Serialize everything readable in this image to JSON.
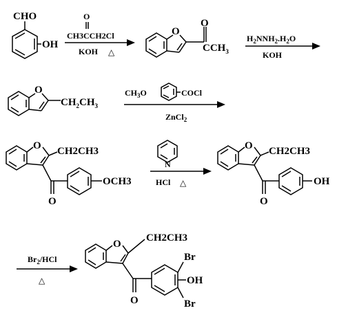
{
  "scheme": {
    "step1": {
      "start_material": {
        "cho": "CHO",
        "oh": "OH"
      },
      "reagent_carbonyl": "O",
      "reagent_formula": "CH3CCH2Cl",
      "reagent_base": "KOH",
      "heat_symbol": "△",
      "product": {
        "ring_o": "O",
        "carbonyl_o": "O",
        "acyl": "CCH",
        "acyl_sub": "3"
      }
    },
    "step2": {
      "reagent_main": "H2NNH2.H2O",
      "reagent_base": "KOH",
      "product": {
        "ring_o": "O",
        "sub_ch2": "CH",
        "sub_2": "2",
        "sub_ch3": "CH",
        "sub_3": "3"
      }
    },
    "step3": {
      "reagent_ch3o": "CH",
      "reagent_3": "3",
      "reagent_o": "O",
      "reagent_cocl": "COCl",
      "catalyst": "ZnCl",
      "catalyst_sub": "2",
      "product": {
        "ring_o": "O",
        "ethyl": "CH2CH3",
        "carbonyl_o": "O",
        "methoxy": "OCH3"
      }
    },
    "step4": {
      "reagent_pyridine_n": "N",
      "reagent_acid": "HCl",
      "heat_symbol": "△",
      "product": {
        "ring_o": "O",
        "ethyl": "CH2CH3",
        "carbonyl_o": "O",
        "hydroxy": "OH"
      }
    },
    "step5": {
      "reagent_br": "Br",
      "reagent_br_sub": "2",
      "reagent_acid": "/HCl",
      "heat_symbol": "△",
      "product": {
        "ring_o": "O",
        "ethyl": "CH2CH3",
        "carbonyl_o": "O",
        "br_top": "Br",
        "oh": "OH",
        "br_bottom": "Br"
      }
    }
  }
}
